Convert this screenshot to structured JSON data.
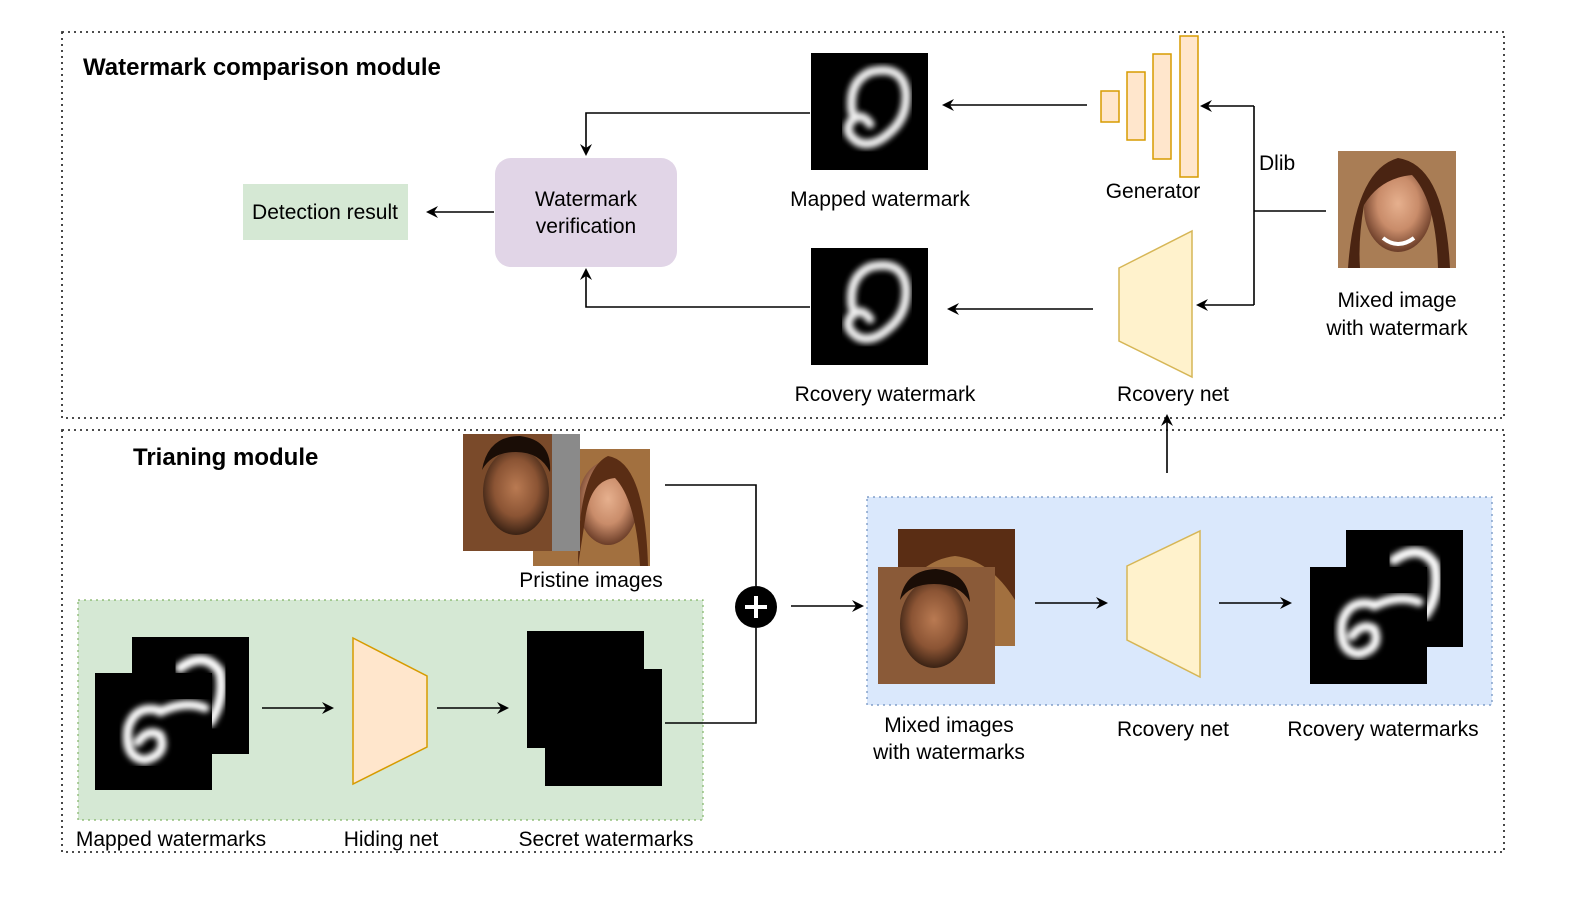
{
  "comparison_module": {
    "title": "Watermark comparison module",
    "generator_label": "Generator",
    "dlib_label": "Dlib",
    "mixed_image_label": [
      "Mixed image",
      "with watermark"
    ],
    "mapped_watermark_label": "Mapped watermark",
    "recovery_watermark_label": "Rcovery watermark",
    "recovery_net_label": "Rcovery net",
    "verification_label": [
      "Watermark",
      "verification"
    ],
    "detection_result_label": "Detection result"
  },
  "training_module": {
    "title": "Trianing module",
    "pristine_images_label": "Pristine images",
    "mapped_watermarks_label": "Mapped watermarks",
    "hiding_net_label": "Hiding net",
    "secret_watermarks_label": "Secret watermarks",
    "mixed_images_label": [
      "Mixed images",
      "with watermarks"
    ],
    "recovery_net_label": "Rcovery net",
    "recovery_watermarks_label": "Rcovery watermarks"
  },
  "colors": {
    "verification_fill": "#e1d5e7",
    "detection_fill": "#d5e8d4",
    "training_green": "#d5e8d4",
    "training_blue": "#dae8fc",
    "trapezoid_fill": "#fff2cc",
    "trapezoid_stroke": "#d6b656",
    "hiding_fill": "#ffe6cc",
    "hiding_stroke": "#d79b00",
    "generator_fill": "#ffe6cc",
    "generator_stroke": "#d79b00"
  }
}
